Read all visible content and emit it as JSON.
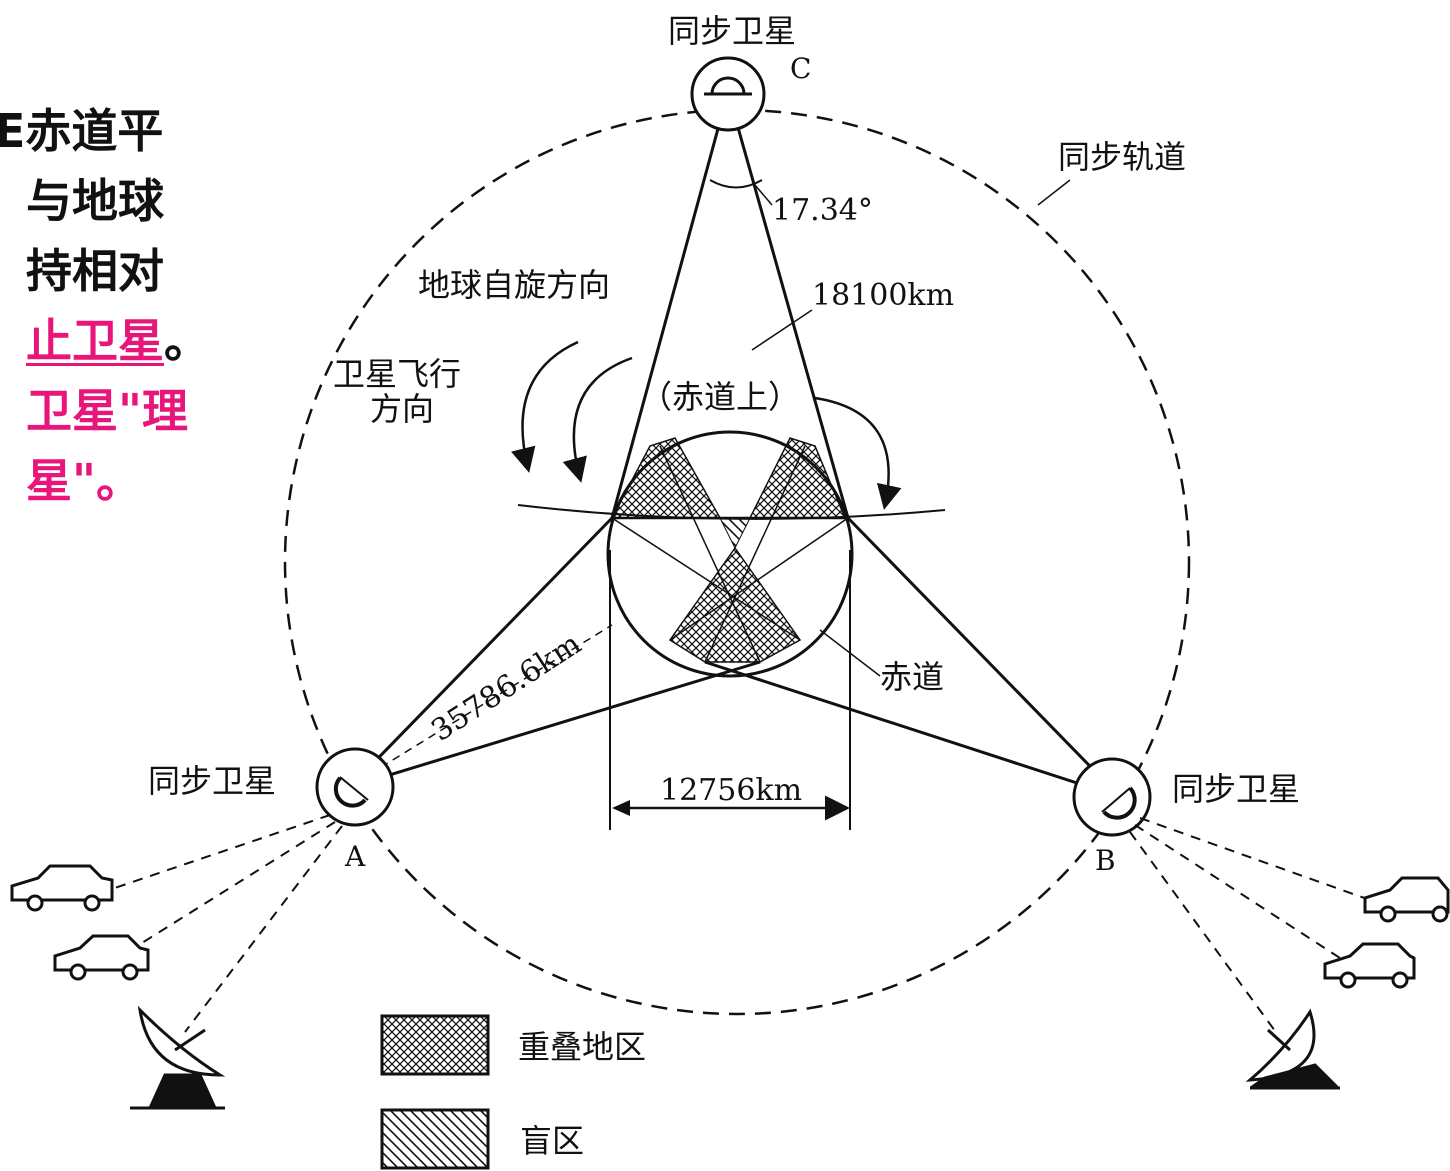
{
  "side_text": {
    "line1": "E赤道平",
    "line2": "与地球",
    "line3": "持相对",
    "line4_pink": "止卫星",
    "line4_dark": "。",
    "line5": "卫星\"理",
    "line6": "星\"。"
  },
  "diagram": {
    "sat_c_label": "同步卫星",
    "sat_c_letter": "C",
    "orbit_label": "同步轨道",
    "angle_label": "17.34°",
    "earth_rotation_label": "地球自旋方向",
    "distance_18100": "18100km",
    "sat_flight_label_1": "卫星飞行",
    "sat_flight_label_2": "方向",
    "on_equator_label": "（赤道上）",
    "distance_35786": "35786.6km",
    "equator_label": "赤道",
    "sat_a_label": "同步卫星",
    "sat_a_letter": "A",
    "sat_b_label": "同步卫星",
    "sat_b_letter": "B",
    "diameter_label": "12756km"
  },
  "legend": {
    "overlap_label": "重叠地区",
    "blind_label": "盲区"
  }
}
